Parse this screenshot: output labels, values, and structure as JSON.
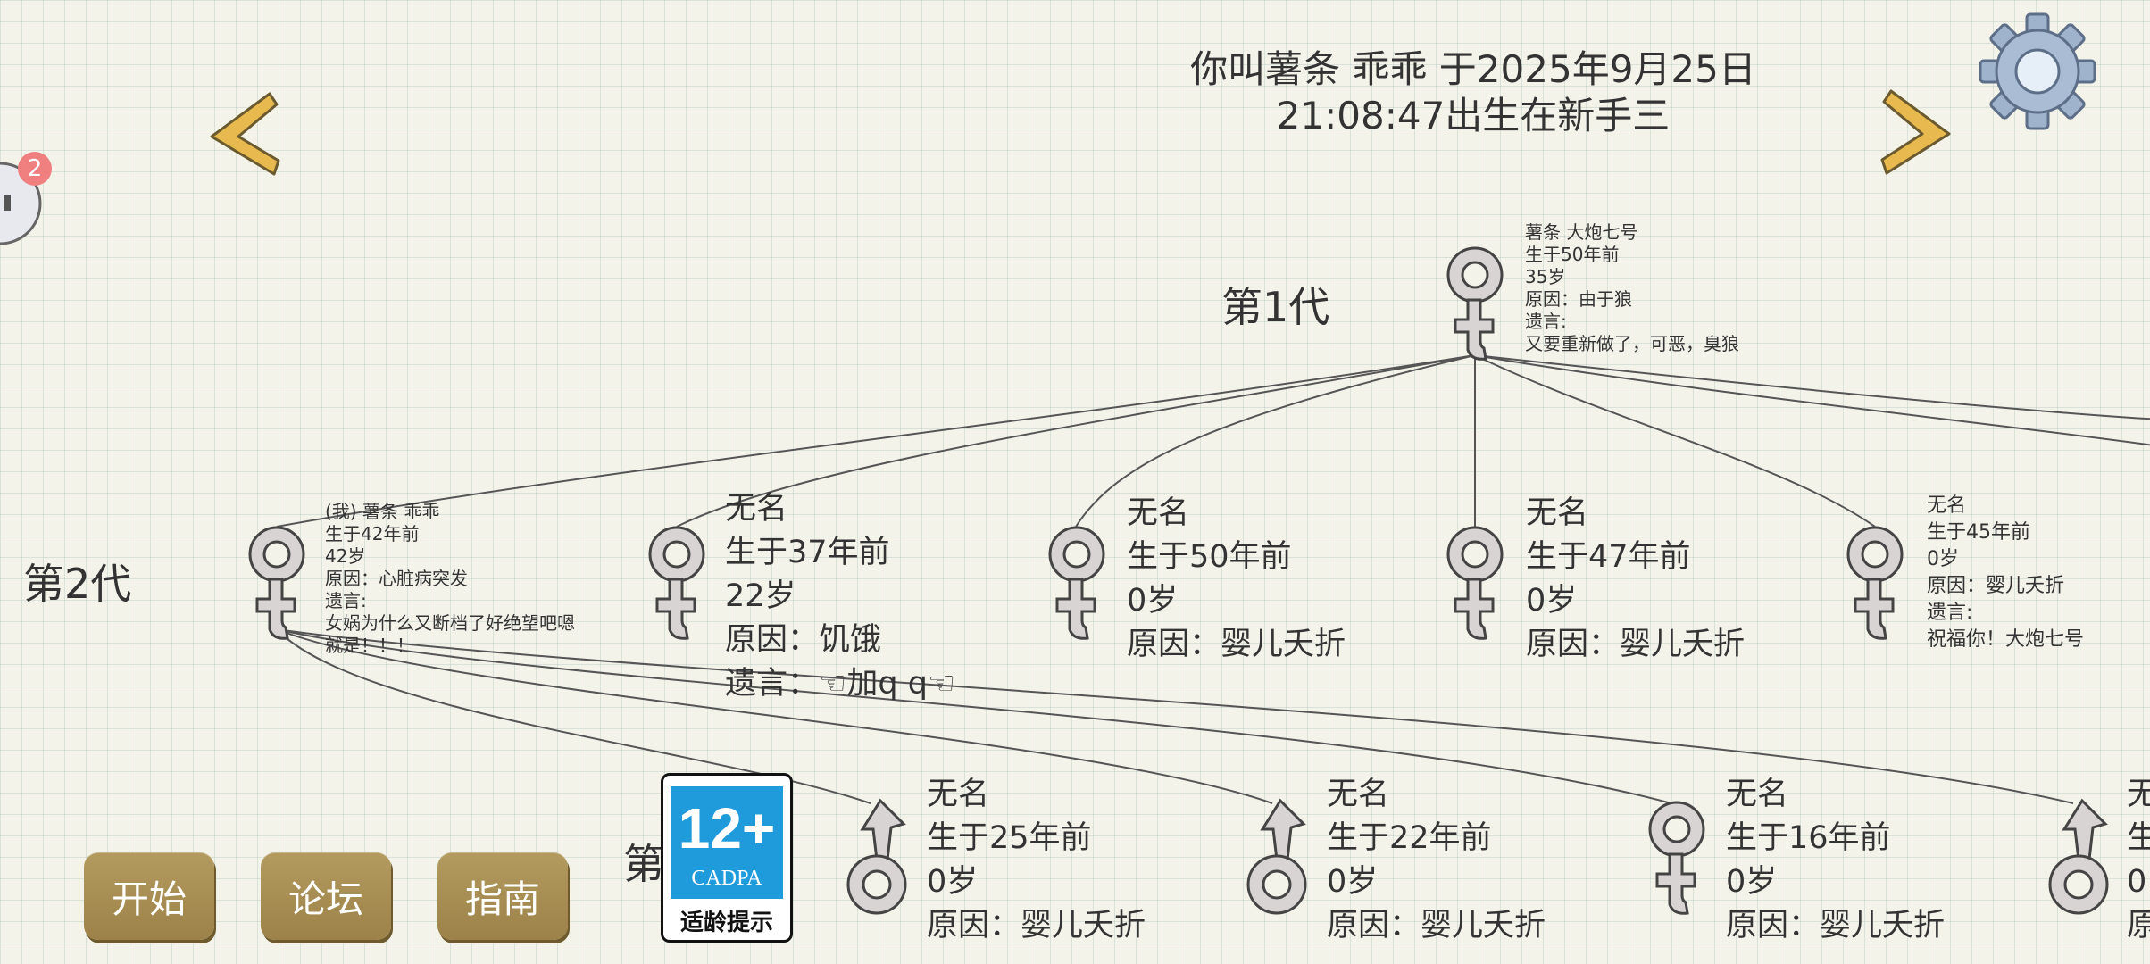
{
  "header": {
    "title_line1": "你叫薯条 乖乖 于2025年9月25日",
    "title_line2": "21:08:47出生在新手三"
  },
  "notification": {
    "count": "2"
  },
  "generations": {
    "gen1_label": "第1代",
    "gen2_label": "第2代",
    "gen3_label": "第"
  },
  "people": {
    "root": {
      "gender": "female",
      "lines": [
        "薯条 大炮七号",
        "生于50年前",
        "35岁",
        "原因：由于狼",
        "遗言:",
        "又要重新做了，可恶，臭狼"
      ]
    },
    "me": {
      "gender": "female",
      "lines": [
        "(我) 薯条 乖乖",
        "生于42年前",
        "42岁",
        "原因：心脏病突发",
        "遗言:",
        "女娲为什么又断档了好绝望吧嗯",
        "就是！！！"
      ]
    },
    "g2_b": {
      "gender": "female",
      "lines": [
        "无名",
        "生于37年前",
        "22岁",
        "原因：饥饿",
        "遗言：☜加q q☜"
      ]
    },
    "g2_c": {
      "gender": "female",
      "lines": [
        "无名",
        "生于50年前",
        "0岁",
        "原因：婴儿夭折"
      ]
    },
    "g2_d": {
      "gender": "female",
      "lines": [
        "无名",
        "生于47年前",
        "0岁",
        "原因：婴儿夭折"
      ]
    },
    "g2_e": {
      "gender": "female",
      "lines": [
        "无名",
        "生于45年前",
        "0岁",
        "原因：婴儿夭折",
        "遗言:",
        "祝福你！大炮七号"
      ]
    },
    "g3_a": {
      "gender": "male",
      "lines": [
        "无名",
        "生于25年前",
        "0岁",
        "原因：婴儿夭折"
      ]
    },
    "g3_b": {
      "gender": "male",
      "lines": [
        "无名",
        "生于22年前",
        "0岁",
        "原因：婴儿夭折"
      ]
    },
    "g3_c": {
      "gender": "female",
      "lines": [
        "无名",
        "生于16年前",
        "0岁",
        "原因：婴儿夭折"
      ]
    },
    "g3_d": {
      "gender": "male",
      "lines": [
        "无",
        "生",
        "0",
        "原"
      ]
    }
  },
  "buttons": {
    "start": "开始",
    "forum": "论坛",
    "guide": "指南"
  },
  "age_badge": {
    "age": "12+",
    "org": "CADPA",
    "tip": "适龄提示"
  },
  "icons": {
    "prev": "chevron-left-icon",
    "next": "chevron-right-icon",
    "settings": "gear-icon",
    "chat": "chat-bubble-icon",
    "female": "female-symbol-icon",
    "male": "male-symbol-icon"
  },
  "colors": {
    "arrow": "#e8b94f",
    "button": "#a88c52",
    "badge_blue": "#1f9bdc",
    "notify": "#f08080",
    "line": "#555555"
  }
}
